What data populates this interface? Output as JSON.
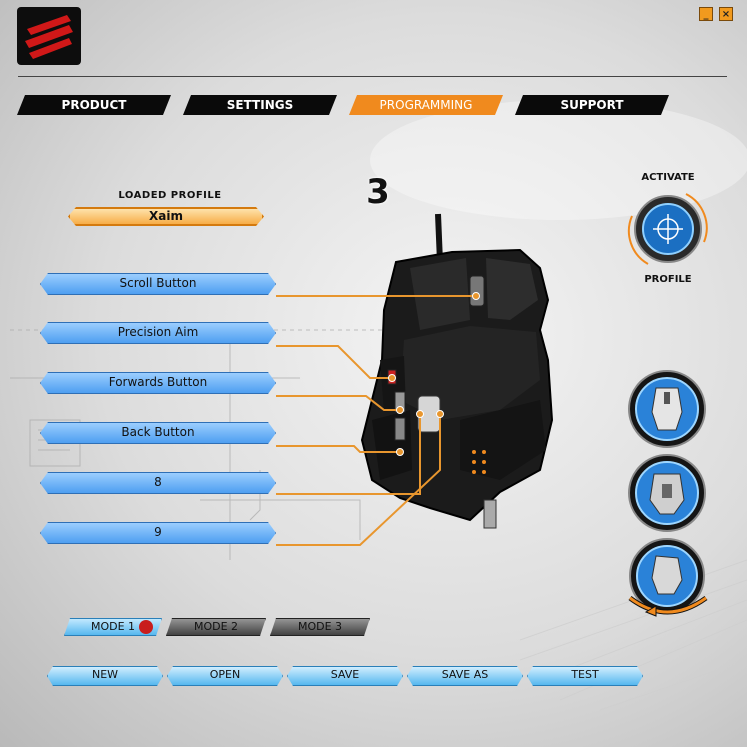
{
  "window": {
    "minimize_label": "_",
    "close_label": "×"
  },
  "tabs": [
    {
      "label": "PRODUCT",
      "active": false
    },
    {
      "label": "SETTINGS",
      "active": false
    },
    {
      "label": "PROGRAMMING",
      "active": true
    },
    {
      "label": "SUPPORT",
      "active": false
    }
  ],
  "loaded_profile": {
    "title": "LOADED PROFILE",
    "value": "Xaim"
  },
  "current_mode_number": "3",
  "button_assignments": [
    {
      "label": "Scroll Button"
    },
    {
      "label": "Precision Aim"
    },
    {
      "label": "Forwards Button"
    },
    {
      "label": "Back Button"
    },
    {
      "label": "8"
    },
    {
      "label": "9"
    }
  ],
  "activate_profile": {
    "top_label": "ACTIVATE",
    "bottom_label": "PROFILE"
  },
  "view_buttons": [
    "mouse-top-view-icon",
    "mouse-front-view-icon",
    "mouse-rotate-view-icon"
  ],
  "modes": [
    {
      "label": "MODE 1",
      "active": true
    },
    {
      "label": "MODE 2",
      "active": false
    },
    {
      "label": "MODE 3",
      "active": false
    }
  ],
  "file_actions": [
    "NEW",
    "OPEN",
    "SAVE",
    "SAVE AS",
    "TEST"
  ],
  "colors": {
    "accent": "#f08a1e",
    "button_blue": "#4a9cf0",
    "tab_dark": "#0a0a0a"
  }
}
